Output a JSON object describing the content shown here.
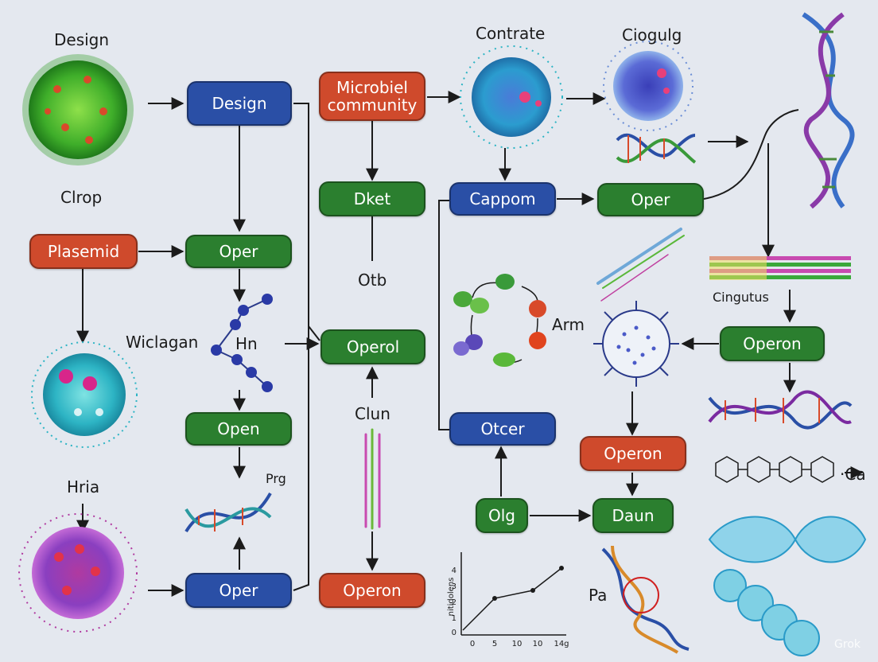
{
  "colors": {
    "blue_node": "#2a4fa6",
    "green_node": "#2b7f2f",
    "red_node": "#cf4a2c",
    "background": "#e4e8ef",
    "arrow": "#1b1b1b"
  },
  "labels": {
    "design_top": "Design",
    "contrate": "Contrate",
    "ciogulg": "Ciogulg",
    "clrop": "Clrop",
    "wiclagan": "Wiclagan",
    "hn": "Hn",
    "otb": "Otb",
    "arm": "Arm",
    "cingutus": "Cingutus",
    "clun": "Clun",
    "hria": "Hria",
    "prg": "Prg",
    "ca": "·Ca",
    "pa": "Pa",
    "watermark": "Grok"
  },
  "nodes": {
    "design": "Design",
    "microbiel": "Microbiel community",
    "plasemid": "Plasemid",
    "oper_left": "Oper",
    "dket": "Dket",
    "cappom": "Cappom",
    "oper_top_right": "Oper",
    "operol": "Operol",
    "operon_right": "Operon",
    "open": "Open",
    "otcer": "Otcer",
    "operon_mid": "Operon",
    "olg": "Olg",
    "daun": "Daun",
    "oper_bottom": "Oper",
    "operon_bottom": "Operon"
  },
  "mini_chart": {
    "y_axis_label": "nitidolens",
    "y_ticks": [
      "4",
      "3",
      "2",
      "1",
      "0"
    ],
    "x_ticks": [
      "0",
      "5",
      "10",
      "10",
      "14g"
    ]
  },
  "icons": [
    "green-microbe-icon",
    "blue-microbe-icon",
    "purple-microbe-icon",
    "teal-microbe-icon",
    "pink-microbe-icon",
    "dna-helix-icon",
    "molecule-chain-icon",
    "ring-molecule-icon",
    "spiky-virus-icon",
    "plasmid-rods-icon",
    "gel-bars-icon",
    "chemical-structure-icon",
    "twisted-fiber-icon",
    "cell-chain-icon"
  ]
}
